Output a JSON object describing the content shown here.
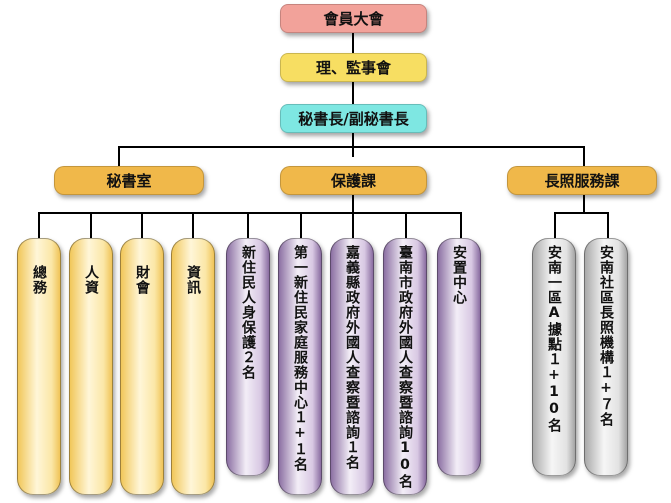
{
  "top": {
    "general_assembly": "會員大會",
    "board": "理、監事會",
    "secretary_general": "秘書長/副秘書長"
  },
  "departments": {
    "secretariat": "秘書室",
    "protection": "保護課",
    "longterm_care": "長照服務課"
  },
  "secretariat_units": [
    "總務",
    "人資",
    "財會",
    "資訊"
  ],
  "protection_units": [
    "新住民人身保護２名",
    "第一新住民家庭服務中心１+１名",
    "嘉義縣政府外國人查察暨諮詢１名",
    "臺南市政府外國人查察暨諮詢10名",
    "安置中心"
  ],
  "care_units": [
    "安南一區A據點１+10名",
    "安南社區長照機構１+７名"
  ],
  "colors": {
    "general_assembly": "#f2a29a",
    "board": "#f7de62",
    "secretary_general": "#7ee7e2",
    "department": "#f0b84a"
  }
}
